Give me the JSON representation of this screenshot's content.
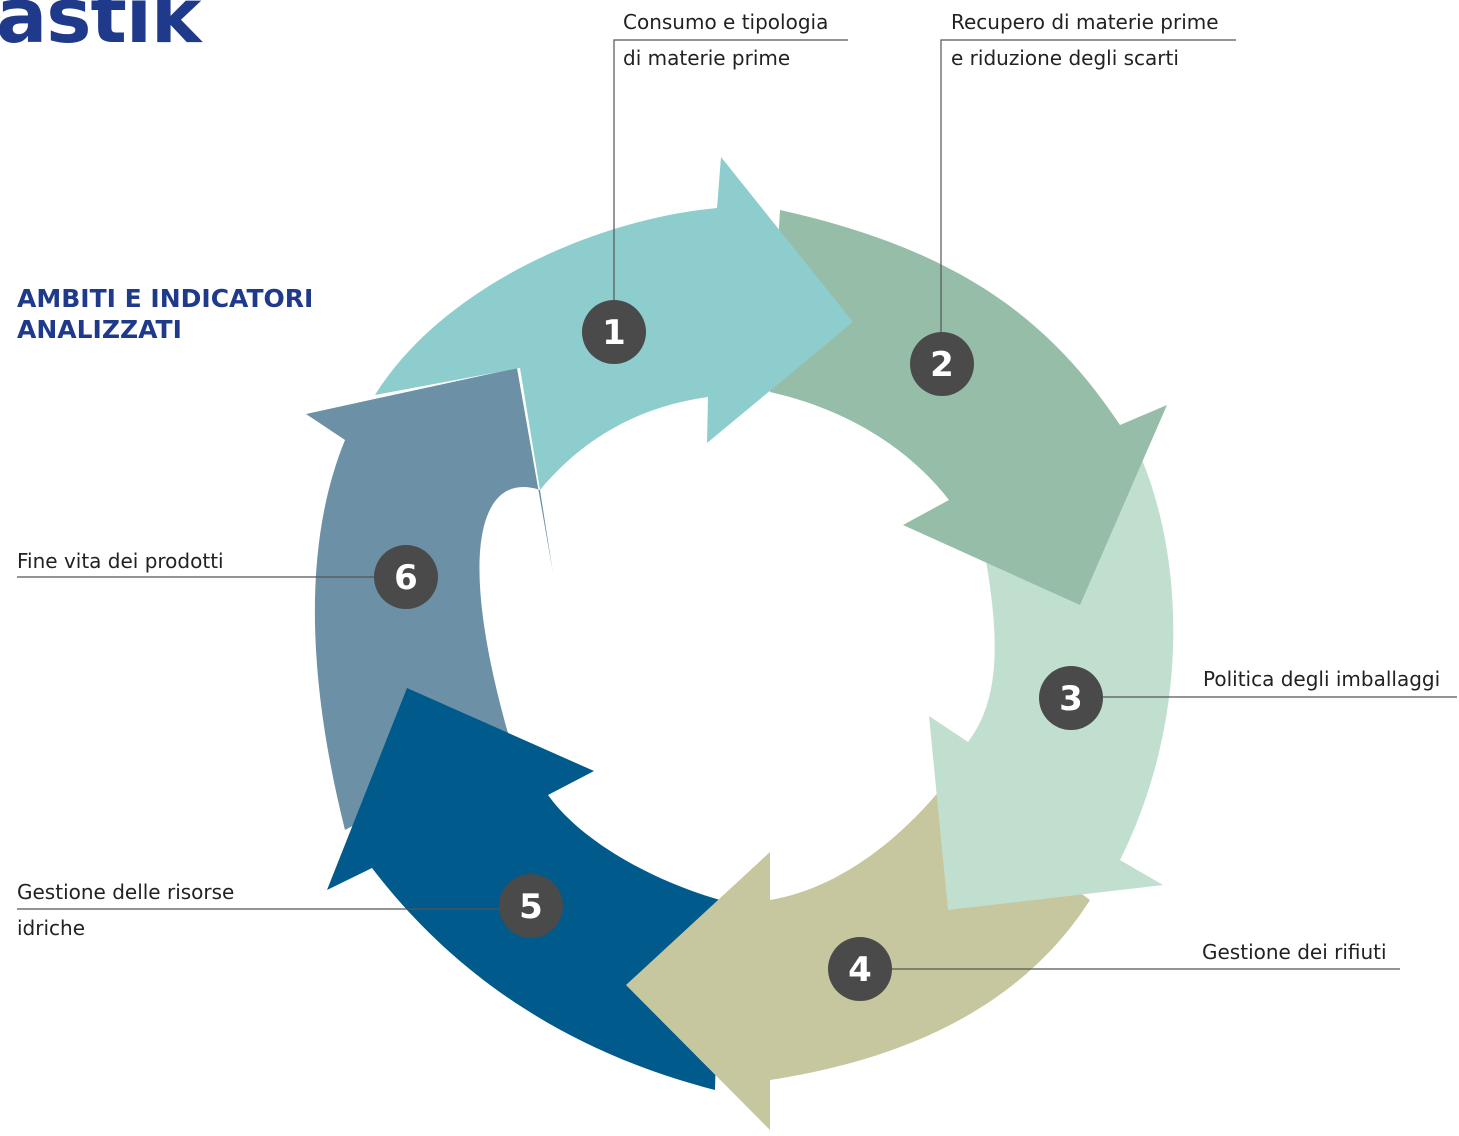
{
  "header": {
    "brand_fragment": "astik",
    "section_title": "AMBITI E INDICATORI ANALIZZATI"
  },
  "steps": [
    {
      "number": "1",
      "label_lines": [
        "Consumo e tipologia",
        "di materie prime"
      ],
      "color": "#8ecdcd"
    },
    {
      "number": "2",
      "label_lines": [
        "Recupero di materie prime",
        "e riduzione degli scarti"
      ],
      "color": "#96bda7"
    },
    {
      "number": "3",
      "label_lines": [
        "Politica degli imballaggi"
      ],
      "color": "#c1dfcf"
    },
    {
      "number": "4",
      "label_lines": [
        "Gestione dei rifiuti"
      ],
      "color": "#c6c79e"
    },
    {
      "number": "5",
      "label_lines": [
        "Gestione delle risorse",
        "idriche"
      ],
      "color": "#005a8b"
    },
    {
      "number": "6",
      "label_lines": [
        "Fine vita dei prodotti"
      ],
      "color": "#6c90a6"
    }
  ],
  "colors": {
    "brand": "#1f3a8a",
    "badge": "#4a4a4a",
    "leader_line": "#555555"
  }
}
